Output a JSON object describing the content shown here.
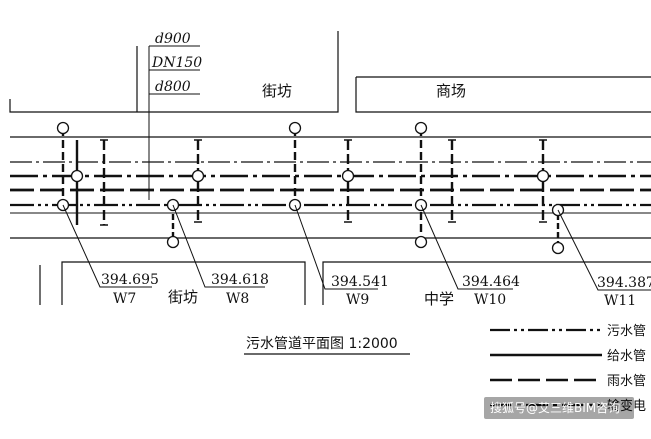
{
  "pipe_sizes": {
    "upper": "d900",
    "middle": "DN150",
    "lower": "d800"
  },
  "areas": {
    "top_left": "街坊",
    "top_right": "商场",
    "bottom_left": "街坊",
    "bottom_right": "中学"
  },
  "wells": [
    {
      "elev": "394.695",
      "id": "W7"
    },
    {
      "elev": "394.618",
      "id": "W8"
    },
    {
      "elev": "394.541",
      "id": "W9"
    },
    {
      "elev": "394.464",
      "id": "W10"
    },
    {
      "elev": "394.387",
      "id": "W11"
    }
  ],
  "plan_title": "污水管道平面图  1:2000",
  "legend": [
    {
      "label": "污水管",
      "style": "dashdot2"
    },
    {
      "label": "给水管",
      "style": "solid"
    },
    {
      "label": "雨水管",
      "style": "dashed"
    },
    {
      "label": "输变电",
      "style": "dashdot"
    }
  ],
  "watermark": "搜狐号@艾三维BIM咨询"
}
